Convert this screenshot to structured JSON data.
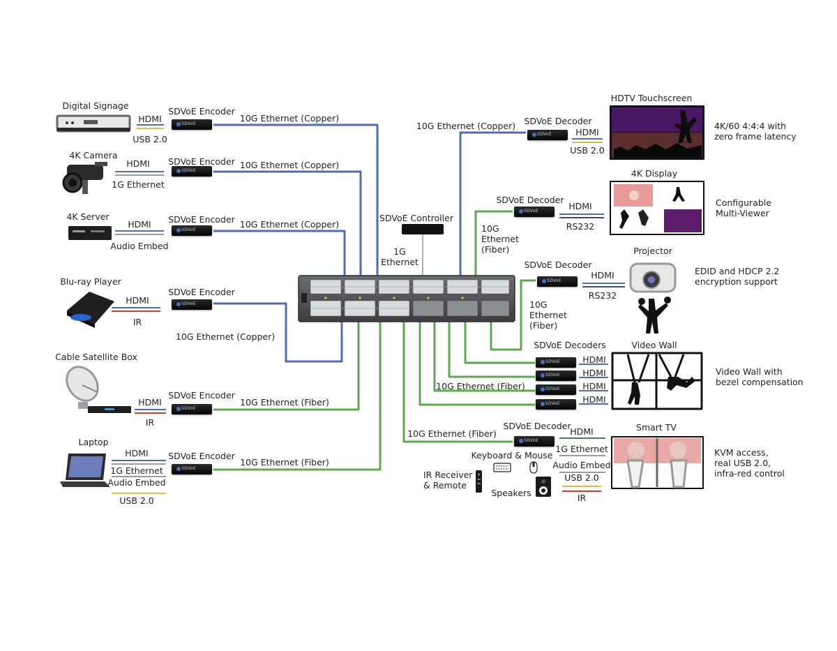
{
  "colors": {
    "copper": "#4a6eb5",
    "fiber": "#5aaa4c",
    "hdmi": "#4a6eb5",
    "usb": "#e9b63a",
    "ir": "#d43a2f",
    "ethernet": "#9a9a9a",
    "audio": "#9a9a9a",
    "rs232": "#4a4a6a"
  },
  "box_label": "SDVoE",
  "sources": [
    {
      "name": "Digital Signage",
      "encoder": "SDVoE Encoder",
      "link": "10G Ethernet (Copper)",
      "signals": [
        "HDMI",
        "USB 2.0"
      ]
    },
    {
      "name": "4K Camera",
      "encoder": "SDVoE Encoder",
      "link": "10G Ethernet (Copper)",
      "signals": [
        "HDMI",
        "1G Ethernet"
      ]
    },
    {
      "name": "4K Server",
      "encoder": "SDVoE Encoder",
      "link": "10G Ethernet (Copper)",
      "signals": [
        "HDMI",
        "Audio Embed"
      ]
    },
    {
      "name": "Blu-ray Player",
      "encoder": "SDVoE Encoder",
      "link": "10G Ethernet (Copper)",
      "signals": [
        "HDMI",
        "IR"
      ]
    },
    {
      "name": "Cable Satellite Box",
      "encoder": "SDVoE Encoder",
      "link": "10G Ethernet (Fiber)",
      "signals": [
        "HDMI",
        "IR"
      ]
    },
    {
      "name": "Laptop",
      "encoder": "SDVoE Encoder",
      "link": "10G Ethernet (Fiber)",
      "signals": [
        "HDMI",
        "1G Ethernet",
        "Audio Embed",
        "USB 2.0"
      ]
    }
  ],
  "controller": {
    "name": "SDVoE Controller",
    "link": "1G\nEthernet"
  },
  "displays": [
    {
      "name": "HDTV Touchscreen",
      "decoder": "SDVoE Decoder",
      "link": "10G Ethernet (Copper)",
      "signals": [
        "HDMI",
        "USB 2.0"
      ],
      "note": "4K/60 4:4:4 with\nzero frame latency"
    },
    {
      "name": "4K Display",
      "decoder": "SDVoE Decoder",
      "link": "10G\nEthernet\n(Fiber)",
      "signals": [
        "HDMI",
        "RS232"
      ],
      "note": "Configurable\nMulti-Viewer"
    },
    {
      "name": "Projector",
      "decoder": "SDVoE Decoder",
      "link": "10G\nEthernet\n(Fiber)",
      "signals": [
        "HDMI",
        "RS232"
      ],
      "note": "EDID and HDCP 2.2\nencryption support"
    },
    {
      "name": "Video Wall",
      "decoder": "SDVoE Decoders",
      "link": "10G Ethernet (Fiber)",
      "signals": [
        "HDMI",
        "HDMI",
        "HDMI",
        "HDMI"
      ],
      "note": "Video Wall with\nbezel compensation"
    },
    {
      "name": "Smart TV",
      "decoder": "SDVoE Decoder",
      "link": "10G Ethernet (Fiber)",
      "signals": [
        "HDMI",
        "1G Ethernet",
        "Audio Embed",
        "USB 2.0",
        "IR"
      ],
      "note": "KVM access,\nreal USB 2.0,\ninfra-red control"
    }
  ],
  "peripherals": {
    "keyboard": "Keyboard & Mouse",
    "ir": "IR Receiver\n& Remote",
    "speakers": "Speakers"
  }
}
